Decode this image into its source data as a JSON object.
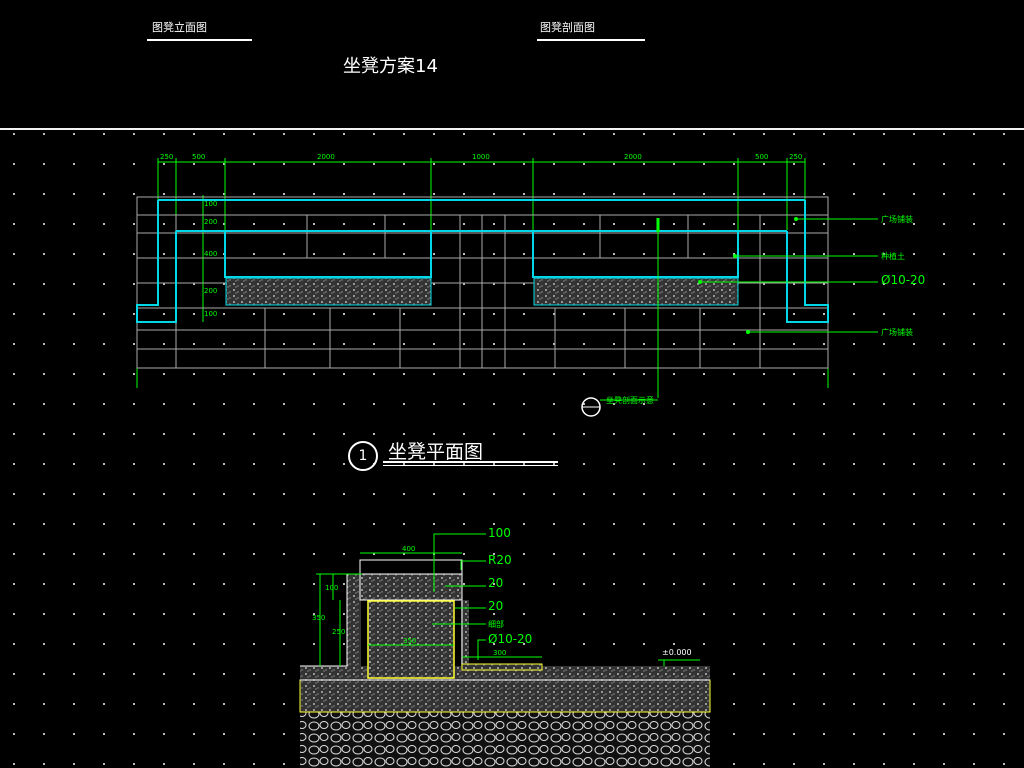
{
  "header": {
    "left_label": "图凳立面图",
    "right_label": "图凳剖面图",
    "title": "坐凳方案14"
  },
  "plan": {
    "number": "1",
    "title": "坐凳平面图",
    "dims_top": [
      "250",
      "500",
      "2000",
      "1000",
      "2000",
      "500",
      "250"
    ],
    "dims_left": [
      "100",
      "200",
      "400",
      "200",
      "100"
    ],
    "callouts": [
      "广场铺装",
      "种植土",
      "Ø10-20",
      "广场铺装"
    ],
    "section_mark": "坐凳剖面示意"
  },
  "section": {
    "callouts": [
      "100",
      "R20",
      "20",
      "20",
      "细部",
      "Ø10-20"
    ],
    "dims": [
      "400",
      "100",
      "250",
      "350",
      "350",
      "300"
    ],
    "level": "±0.000"
  },
  "colors": {
    "background": "#000000",
    "dimension": "#00ff00",
    "outline": "#00ffff",
    "text": "#ffffff"
  }
}
